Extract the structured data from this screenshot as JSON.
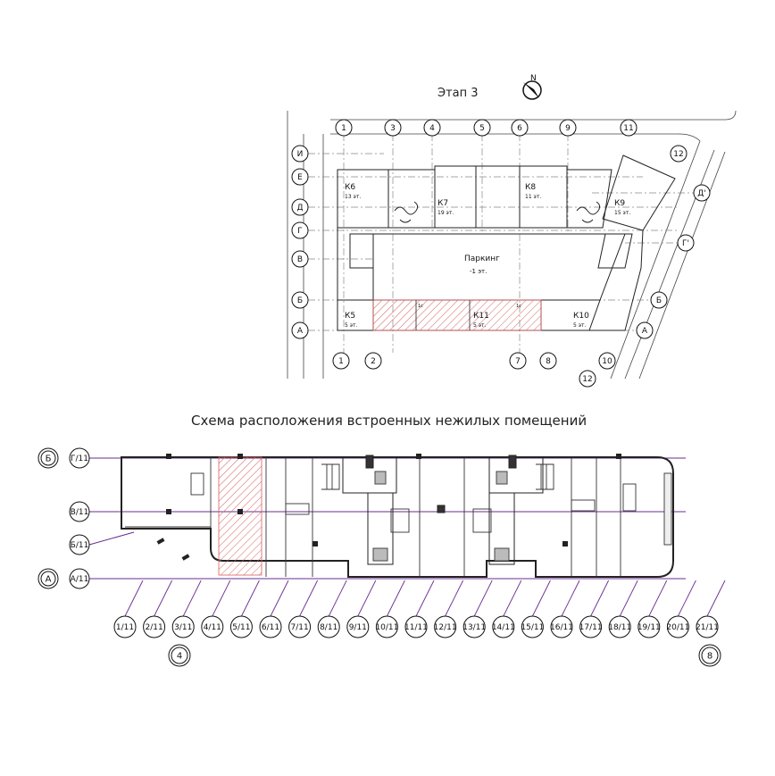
{
  "site_plan": {
    "title": "Этап 3",
    "north": "N",
    "grid_top": [
      "1",
      "3",
      "4",
      "5",
      "6",
      "9",
      "11"
    ],
    "grid_bottom": [
      "1",
      "2",
      "7",
      "8",
      "10",
      "12"
    ],
    "grid_left": [
      "И",
      "Е",
      "Д",
      "Г",
      "В",
      "Б",
      "А"
    ],
    "grid_right_top": [
      "12"
    ],
    "grid_right": [
      "Д'",
      "Г'",
      "Б",
      "А"
    ],
    "buildings": [
      {
        "name": "К6",
        "floors": "13 эт."
      },
      {
        "name": "К7",
        "floors": "19 эт."
      },
      {
        "name": "К8",
        "floors": "11 эт."
      },
      {
        "name": "К9",
        "floors": "15 эт."
      },
      {
        "name": "К5",
        "floors": "5 эт."
      },
      {
        "name": "К11",
        "floors": "5 эт."
      },
      {
        "name": "К10",
        "floors": "5 эт."
      }
    ],
    "parking": {
      "name": "Паркинг",
      "level": "-1 эт."
    },
    "small_marks": [
      "1с",
      "1с"
    ]
  },
  "floor_plan": {
    "title": "Схема расположения встроенных нежилых помещений",
    "left_axes": [
      "Г/11",
      "В/11",
      "Б/11",
      "А/11"
    ],
    "left_big": [
      "Б",
      "А"
    ],
    "bottom_axes": [
      "1/11",
      "2/11",
      "3/11",
      "4/11",
      "5/11",
      "6/11",
      "7/11",
      "8/11",
      "9/11",
      "10/11",
      "11/11",
      "12/11",
      "13/11",
      "14/11",
      "15/11",
      "16/11",
      "17/11",
      "18/11",
      "19/11",
      "20/11",
      "21/11"
    ],
    "bottom_big": [
      "4",
      "8"
    ]
  },
  "colors": {
    "axis": "#6a2c91",
    "hatch": "#d86060",
    "line": "#222222"
  }
}
